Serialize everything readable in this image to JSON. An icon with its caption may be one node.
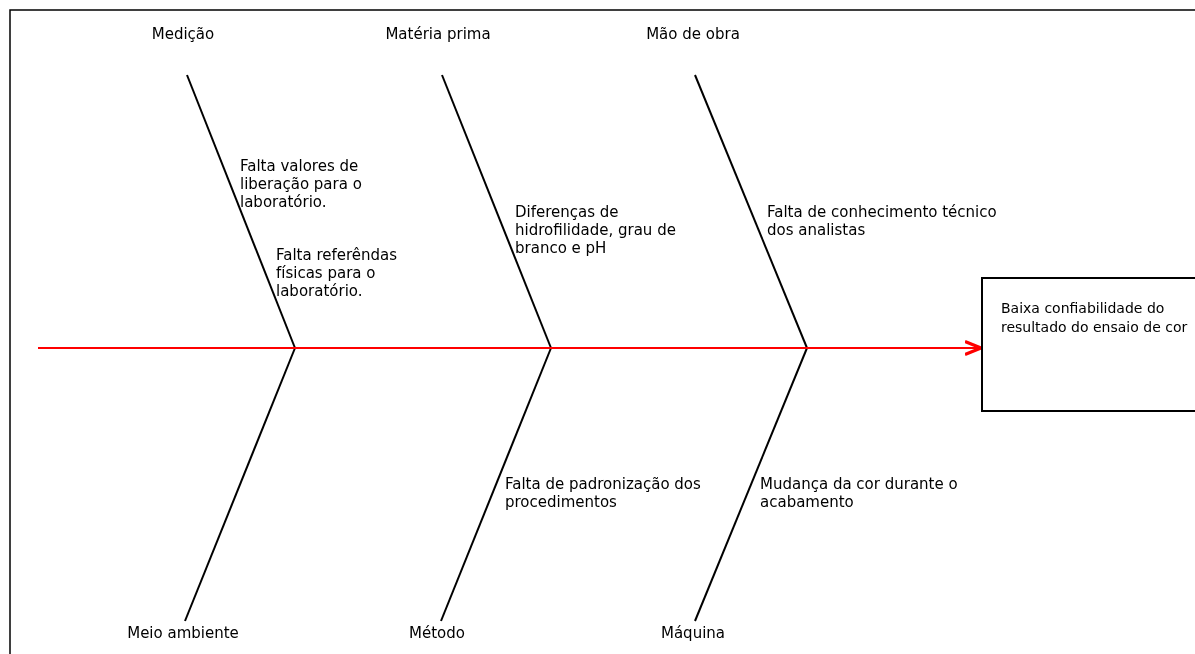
{
  "diagram": {
    "nodes": [
      {
        "text": [
          "Medição"
        ]
      },
      {
        "text": [
          "Matéria prima"
        ]
      },
      {
        "text": [
          "Mão de obra"
        ]
      },
      {
        "text": [
          "Baixa confiabilidade do resultado do ensaio de cor"
        ]
      },
      {
        "text": [
          "Meio ambiente"
        ]
      },
      {
        "text": [
          "Método"
        ]
      },
      {
        "text": [
          "Máquina"
        ]
      }
    ],
    "edges": [
      {
        "from": 0,
        "to": null,
        "arrow": "none"
      },
      {
        "from": 1,
        "to": null,
        "arrow": "none"
      },
      {
        "from": 2,
        "to": null,
        "arrow": "none"
      },
      {
        "from": 4,
        "to": null,
        "arrow": "none"
      },
      {
        "from": 5,
        "to": null,
        "arrow": "none"
      },
      {
        "from": 6,
        "to": null,
        "arrow": "none"
      },
      {
        "from": null,
        "to": 3,
        "arrow": "to",
        "color": "#ff0000"
      }
    ],
    "labels": [
      "Falta valores de liberação para o laboratório.",
      "Diferenças de hidrofilidade, grau de branco e pH",
      "Falta de conhecimento técnico dos analistas",
      "Falta referêndas físicas para o laboratório.",
      "Falta de padronização dos procedimentos",
      "Mudança da cor durante o acabamento"
    ]
  }
}
